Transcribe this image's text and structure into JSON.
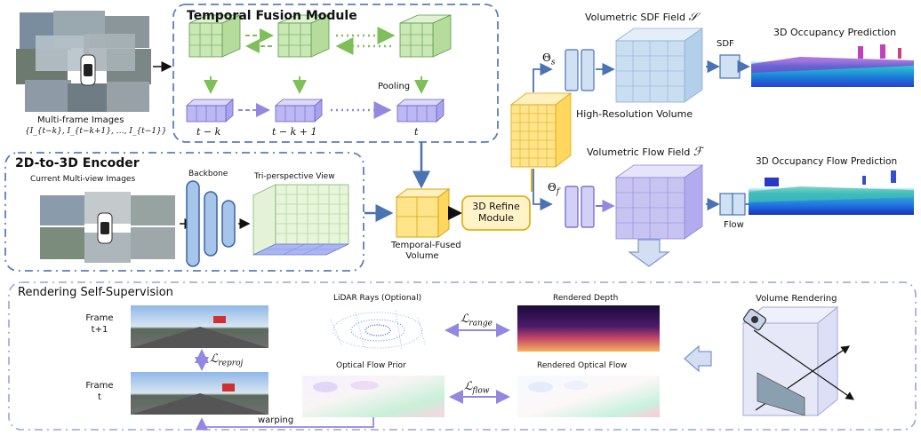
{
  "colors": {
    "green_cube": "#c9e8b4",
    "purple_cube": "#bdb8f2",
    "yellow_cube": "#ffe48a",
    "blue_cube": "#c9dff1",
    "violet_cube": "#c8c4f2",
    "box_border": "#5b7fb8",
    "arrow_blue": "#4a72b4",
    "arrow_green": "#7fbf5a",
    "arrow_purple": "#9288e0",
    "yellow_border": "#e0b21a"
  },
  "temporal_fusion": {
    "title": "Temporal Fusion Module",
    "pooling": "Pooling",
    "frame_labels": [
      "t − k",
      "t − k + 1",
      "t"
    ]
  },
  "inputs": {
    "multi_frame": "Multi-frame Images",
    "multi_frame_set": "{I_{t−k}, I_{t−k+1}, …, I_{t−1}}",
    "current_views": "Current Multi-view Images"
  },
  "encoder": {
    "title": "2D-to-3D Encoder",
    "backbone": "Backbone",
    "tpv": "Tri-perspective View"
  },
  "temporal_fused": [
    "Temporal-Fused",
    "Volume"
  ],
  "refine": [
    "3D Refine",
    "Module"
  ],
  "high_res": "High-Resolution Volume",
  "sdf": {
    "field_title": "Volumetric SDF Field",
    "field_symbol": "𝒮",
    "theta": "Θ",
    "theta_sub": "s",
    "out_label": "SDF",
    "prediction": "3D Occupancy Prediction"
  },
  "flow": {
    "field_title": "Volumetric Flow Field",
    "field_symbol": "ℱ",
    "theta": "Θ",
    "theta_sub": "f",
    "out_label": "Flow",
    "prediction": "3D Occupancy  Flow Prediction"
  },
  "rendering": {
    "title": "Rendering Self-Supervision",
    "frame_next": [
      "Frame",
      "t+1"
    ],
    "frame_cur": [
      "Frame",
      "t"
    ],
    "l_reproj": "ℒ",
    "l_reproj_sub": "reproj",
    "lidar": "LiDAR Rays (Optional)",
    "l_range": "ℒ",
    "l_range_sub": "range",
    "rendered_depth": "Rendered Depth",
    "optical_prior": "Optical Flow Prior",
    "l_flow": "ℒ",
    "l_flow_sub": "flow",
    "rendered_flow": "Rendered Optical Flow",
    "volume_rendering": "Volume Rendering",
    "warping": "warping"
  }
}
